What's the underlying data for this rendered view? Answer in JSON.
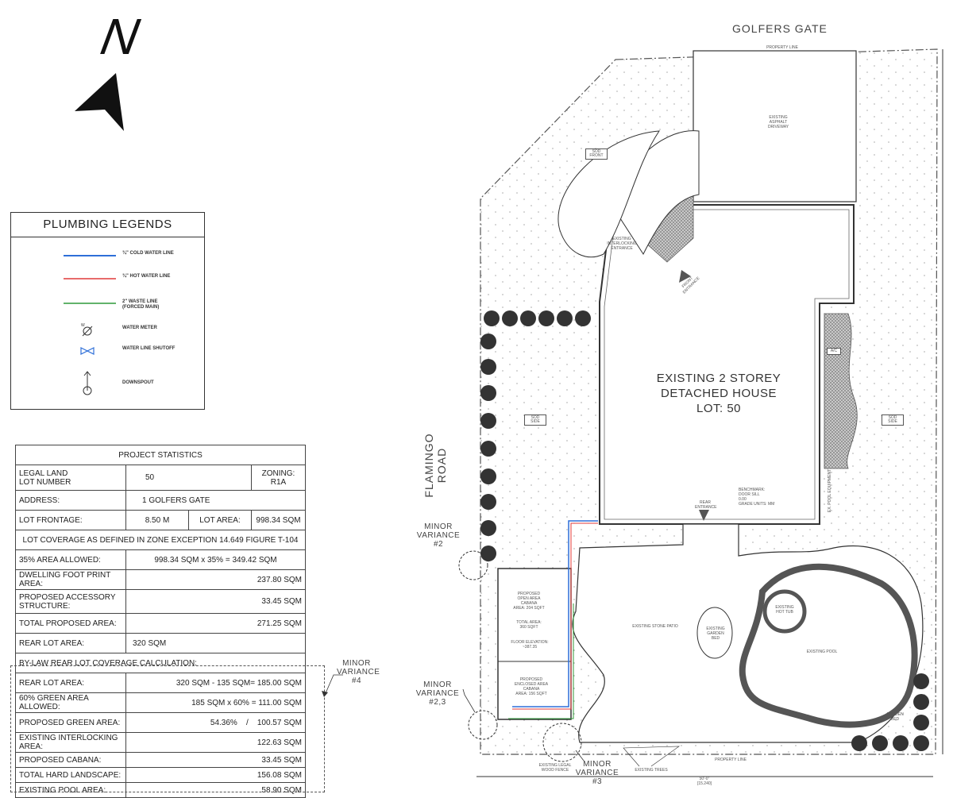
{
  "legend": {
    "title": "PLUMBING LEGENDS",
    "items": [
      {
        "label": "¾\" COLD WATER LINE",
        "color": "#2e6fd8",
        "icon": "cold-water-line"
      },
      {
        "label": "¾\" HOT WATER LINE",
        "color": "#e03a3a",
        "icon": "hot-water-line"
      },
      {
        "label": "2\" WASTE LINE\n(FORCED MAIN)",
        "color": "#2f9a3a",
        "icon": "waste-line"
      },
      {
        "label": "WATER METER",
        "icon": "water-meter"
      },
      {
        "label": "WATER LINE SHUTOFF",
        "color": "#2e6fd8",
        "icon": "water-line-shutoff"
      },
      {
        "label": "DOWNSPOUT",
        "icon": "downspout"
      }
    ]
  },
  "stats": {
    "title": "PROJECT STATISTICS",
    "legal_land_label": "LEGAL LAND\nLOT NUMBER",
    "lot_number": "50",
    "zoning": "ZONING: R1A",
    "address_label": "ADDRESS:",
    "address": "1 GOLFERS GATE",
    "frontage_label": "LOT FRONTAGE:",
    "frontage": "8.50 M",
    "lot_area_label": "LOT AREA:",
    "lot_area": "998.34 SQM",
    "coverage_note": "LOT COVERAGE AS DEFINED IN ZONE EXCEPTION 14.649 FIGURE T-104",
    "allowed_label": "35% AREA ALLOWED:",
    "allowed": "998.34 SQM x 35% = 349.42 SQM",
    "footprint_label": "DWELLING FOOT PRINT AREA:",
    "footprint": "237.80 SQM",
    "accessory_label": "PROPOSED ACCESSORY\nSTRUCTURE:",
    "accessory": "33.45 SQM",
    "total_proposed_label": "TOTAL PROPOSED AREA:",
    "total_proposed": "271.25 SQM",
    "rear_lot_label": "REAR LOT AREA:",
    "rear_lot": "320 SQM",
    "bylaw_note": "BY-LAW REAR LOT COVERAGE CALCULATION:",
    "rear_lot2_label": "REAR LOT AREA:",
    "rear_lot2": "320 SQM - 135 SQM= 185.00 SQM",
    "green_allowed_label": "60% GREEN AREA ALLOWED:",
    "green_allowed": "185 SQM x 60% = 111.00 SQM",
    "green_proposed_label": "PROPOSED GREEN AREA:",
    "green_proposed_pct": "54.36%",
    "green_proposed_slash": "/",
    "green_proposed": "100.57 SQM",
    "interlock_label": "EXISTING INTERLOCKING AREA:",
    "interlock": "122.63 SQM",
    "cabana_label": "PROPOSED CABANA:",
    "cabana": "33.45 SQM",
    "hard_label": "TOTAL HARD LANDSCAPE:",
    "hard": "156.08 SQM",
    "pool_label": "EXISTING POOL AREA:",
    "pool": "58.90 SQM"
  },
  "site": {
    "street_top": "GOLFERS GATE",
    "street_left": "FLAMINGO ROAD",
    "house_line1": "EXISTING 2 STOREY",
    "house_line2": "DETACHED HOUSE",
    "house_line3": "LOT: 50",
    "variance_2": "MINOR\nVARIANCE\n#2",
    "variance_4": "MINOR\nVARIANCE\n#4",
    "variance_23": "MINOR\nVARIANCE\n#2,3",
    "variance_3": "MINOR\nVARIANCE\n#3",
    "driveway": "EXISTING\nASPHALT\nDRIVEWAY",
    "interlocking_entrance": "EXISTING\nINTERLOCKING\nENTRANCE",
    "stone_patio": "EXISTING STONE PATIO",
    "pool_label": "EXISTING POOL",
    "hot_tub": "EXISTING\nHOT TUB",
    "garden_bed": "EXISTING\nGARDEN\nBED",
    "garden_bed2": "GARDEN\nBED",
    "existing_trees": "EXISTING TREES",
    "cabana_open": "PROPOSED\nOPEN AREA\nCABANA\nAREA: 204 SQFT",
    "cabana_total": "TOTAL AREA:\n360 SQFT",
    "floor_elev": "FLOOR ELEVATION:\n~387.35",
    "cabana_enclosed": "PROPOSED\nENCLOSED AREA\nCABANA\nAREA: 156 SQFT",
    "sod_front": "SOD\nFRONT",
    "sod_side_left": "SOD\nSIDE",
    "sod_side_right": "SOD\nSIDE",
    "property_line": "PROPERTY LINE",
    "rear_entrance": "REAR\nENTRANCE",
    "front_entrance": "FRONT\nENTRANCE",
    "ac": "A/C",
    "pool_equipment": "EX. POOL EQUIPMENT",
    "benchmark": "BENCHMARK:\nDOOR SILL\n0.00\nGRADE UNITS: MM",
    "legal_fence": "EXISTING LEGAL\nWOOD FENCE",
    "dim_bottom": "50'-0\"\n[15.240]"
  },
  "colors": {
    "cold": "#2e6fd8",
    "hot": "#e03a3a",
    "waste": "#2f9a3a",
    "line": "#333333",
    "hatch": "#9a9a9a"
  }
}
